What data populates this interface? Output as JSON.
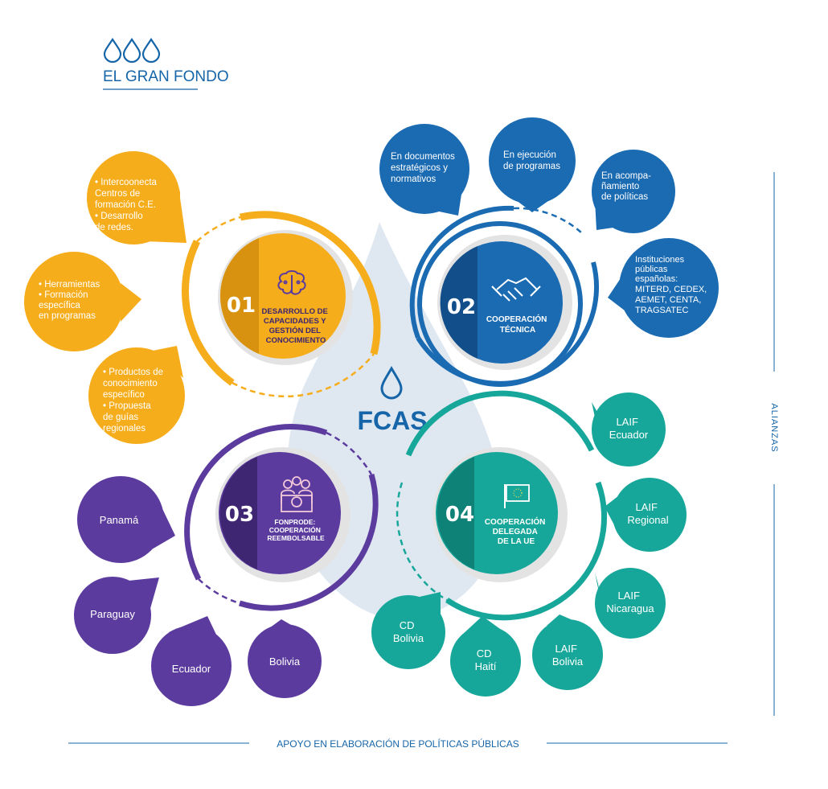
{
  "header": {
    "title": "EL GRAN FONDO",
    "logo_icon": "three-drops-icon"
  },
  "center_logo": {
    "text": "FCAS",
    "icon": "water-drop-icon"
  },
  "colors": {
    "brand_blue": "#1565a8",
    "orange": "#f6ad1c",
    "orange_dark": "#e9961a",
    "blue": "#1b6bb3",
    "purple": "#5c3b9f",
    "teal": "#17a79a",
    "gray_disc": "#dedede",
    "center_drop": "#dfe8f1"
  },
  "pillars": [
    {
      "number": "01",
      "label_lines": [
        "DESARROLLO DE",
        "CAPACIDADES Y",
        "GESTIÓN DEL",
        "CONOCIMIENTO"
      ],
      "icon": "brain-circuit-icon",
      "color": "orange"
    },
    {
      "number": "02",
      "label_lines": [
        "COOPERACIÓN",
        "TÉCNICA"
      ],
      "icon": "handshake-icon",
      "color": "blue"
    },
    {
      "number": "03",
      "label_lines": [
        "FONPRODE:",
        "COOPERACIÓN",
        "REEMBOLSABLE"
      ],
      "icon": "people-euro-icon",
      "color": "purple"
    },
    {
      "number": "04",
      "label_lines": [
        "COOPERACIÓN",
        "DELEGADA",
        "DE LA UE"
      ],
      "icon": "eu-flag-icon",
      "color": "teal"
    }
  ],
  "orange_drops": [
    {
      "lines": [
        "• Intercoonecta",
        "  Centros de",
        "  formación C.E.",
        "• Desarrollo",
        "  de redes."
      ]
    },
    {
      "lines": [
        "• Herramientas",
        "• Formación",
        "  específica",
        "  en programas"
      ]
    },
    {
      "lines": [
        "• Productos de",
        "  conocimiento",
        "  específico",
        "• Propuesta",
        "  de guías",
        "  regionales"
      ]
    }
  ],
  "blue_drops": [
    {
      "lines": [
        "En documentos",
        "estratégicos y",
        "normativos"
      ]
    },
    {
      "lines": [
        "En ejecución",
        "de programas"
      ]
    },
    {
      "lines": [
        "En acompa-",
        "ñamiento",
        "de políticas"
      ]
    },
    {
      "lines": [
        "Instituciones",
        "públicas",
        "españolas:",
        "MITERD, CEDEX,",
        "AEMET, CENTA,",
        "TRAGSATEC"
      ]
    }
  ],
  "purple_drops": [
    {
      "lines": [
        "Panamá"
      ]
    },
    {
      "lines": [
        "Paraguay"
      ]
    },
    {
      "lines": [
        "Ecuador"
      ]
    },
    {
      "lines": [
        "Bolivia"
      ]
    }
  ],
  "teal_drops": [
    {
      "lines": [
        "LAIF",
        "Ecuador"
      ]
    },
    {
      "lines": [
        "LAIF",
        "Regional"
      ]
    },
    {
      "lines": [
        "LAIF",
        "Nicaragua"
      ]
    },
    {
      "lines": [
        "LAIF",
        "Bolivia"
      ]
    },
    {
      "lines": [
        "CD",
        "Haití"
      ]
    },
    {
      "lines": [
        "CD",
        "Bolivia"
      ]
    }
  ],
  "side_label": "ALIANZAS",
  "footer_label": "APOYO EN ELABORACIÓN DE POLÍTICAS PÚBLICAS"
}
